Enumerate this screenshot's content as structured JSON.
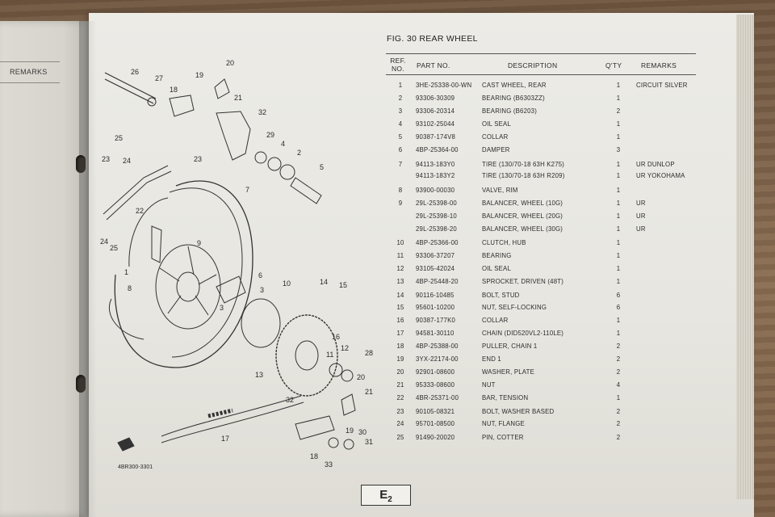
{
  "left_page": {
    "remarks_label": "REMARKS"
  },
  "figure": {
    "title": "FIG.  30  REAR WHEEL",
    "diagram_code": "4BR300-3301",
    "callouts": [
      "1",
      "2",
      "3",
      "4",
      "5",
      "6",
      "7",
      "8",
      "9",
      "10",
      "11",
      "12",
      "13",
      "14",
      "15",
      "16",
      "17",
      "18",
      "19",
      "20",
      "21",
      "22",
      "23",
      "24",
      "25",
      "26",
      "27",
      "28",
      "29",
      "30",
      "31",
      "32",
      "33"
    ]
  },
  "table": {
    "headers": {
      "ref": "REF. NO.",
      "part": "PART NO.",
      "desc": "DESCRIPTION",
      "qty": "Q'TY",
      "remarks": "REMARKS"
    },
    "rows": [
      {
        "ref": "1",
        "part": "3HE-25338-00-WN",
        "desc": "CAST WHEEL, REAR",
        "qty": "1",
        "remarks": "CIRCUIT SILVER"
      },
      {
        "ref": "2",
        "part": "93306-30309",
        "desc": "BEARING (B6303ZZ)",
        "qty": "1",
        "remarks": ""
      },
      {
        "ref": "3",
        "part": "93306-20314",
        "desc": "BEARING (B6203)",
        "qty": "2",
        "remarks": ""
      },
      {
        "ref": "4",
        "part": "93102-25044",
        "desc": "OIL SEAL",
        "qty": "1",
        "remarks": ""
      },
      {
        "ref": "5",
        "part": "90387-174V8",
        "desc": "COLLAR",
        "qty": "1",
        "remarks": ""
      },
      {
        "ref": "6",
        "part": "4BP-25364-00",
        "desc": "DAMPER",
        "qty": "3",
        "remarks": ""
      },
      {
        "ref": "7",
        "part": "94113-183Y0",
        "desc": "TIRE (130/70-18 63H K275)",
        "qty": "1",
        "remarks": "UR DUNLOP"
      },
      {
        "ref": "",
        "part": "94113-183Y2",
        "desc": "TIRE (130/70-18 63H R209)",
        "qty": "1",
        "remarks": "UR YOKOHAMA"
      },
      {
        "ref": "8",
        "part": "93900-00030",
        "desc": "VALVE, RIM",
        "qty": "1",
        "remarks": ""
      },
      {
        "ref": "9",
        "part": "29L-25398-00",
        "desc": "BALANCER, WHEEL (10G)",
        "qty": "1",
        "remarks": "UR"
      },
      {
        "ref": "",
        "part": "29L-25398-10",
        "desc": "BALANCER, WHEEL (20G)",
        "qty": "1",
        "remarks": "UR"
      },
      {
        "ref": "",
        "part": "29L-25398-20",
        "desc": "BALANCER, WHEEL (30G)",
        "qty": "1",
        "remarks": "UR"
      },
      {
        "ref": "10",
        "part": "4BP-25366-00",
        "desc": "CLUTCH, HUB",
        "qty": "1",
        "remarks": ""
      },
      {
        "ref": "11",
        "part": "93306-37207",
        "desc": "BEARING",
        "qty": "1",
        "remarks": ""
      },
      {
        "ref": "12",
        "part": "93105-42024",
        "desc": "OIL SEAL",
        "qty": "1",
        "remarks": ""
      },
      {
        "ref": "13",
        "part": "4BP-25448-20",
        "desc": "SPROCKET, DRIVEN (48T)",
        "qty": "1",
        "remarks": ""
      },
      {
        "ref": "14",
        "part": "90116-10485",
        "desc": "BOLT, STUD",
        "qty": "6",
        "remarks": ""
      },
      {
        "ref": "15",
        "part": "95601-10200",
        "desc": "NUT, SELF-LOCKING",
        "qty": "6",
        "remarks": ""
      },
      {
        "ref": "16",
        "part": "90387-177K0",
        "desc": "COLLAR",
        "qty": "1",
        "remarks": ""
      },
      {
        "ref": "17",
        "part": "94581-30110",
        "desc": "CHAIN (DID520VL2-110LE)",
        "qty": "1",
        "remarks": ""
      },
      {
        "ref": "18",
        "part": "4BP-25388-00",
        "desc": "PULLER, CHAIN 1",
        "qty": "2",
        "remarks": ""
      },
      {
        "ref": "19",
        "part": "3YX-22174-00",
        "desc": "END 1",
        "qty": "2",
        "remarks": ""
      },
      {
        "ref": "20",
        "part": "92901-08600",
        "desc": "WASHER, PLATE",
        "qty": "2",
        "remarks": ""
      },
      {
        "ref": "21",
        "part": "95333-08600",
        "desc": "NUT",
        "qty": "4",
        "remarks": ""
      },
      {
        "ref": "22",
        "part": "4BR-25371-00",
        "desc": "BAR, TENSION",
        "qty": "1",
        "remarks": ""
      },
      {
        "ref": "23",
        "part": "90105-08321",
        "desc": "BOLT, WASHER BASED",
        "qty": "2",
        "remarks": ""
      },
      {
        "ref": "24",
        "part": "95701-08500",
        "desc": "NUT, FLANGE",
        "qty": "2",
        "remarks": ""
      },
      {
        "ref": "25",
        "part": "91490-20020",
        "desc": "PIN, COTTER",
        "qty": "2",
        "remarks": ""
      }
    ]
  },
  "page_code": {
    "letter": "E",
    "number": "2"
  }
}
